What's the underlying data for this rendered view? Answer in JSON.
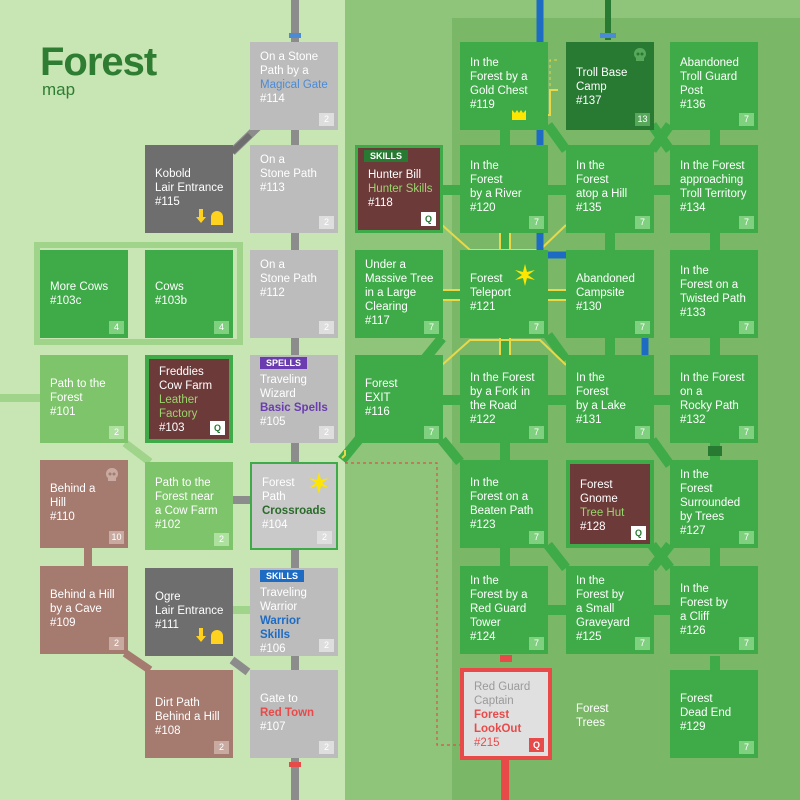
{
  "title": "Forest",
  "subtitle": "map",
  "free_label": "Forest\nTrees",
  "rooms": {
    "r114": {
      "name": "On a Stone\nPath by a",
      "special": "Magical Gate",
      "num": "#114",
      "lvl": "2"
    },
    "r115": {
      "name": "Kobold\nLair Entrance",
      "num": "#115"
    },
    "r113": {
      "name": "On a\nStone Path",
      "num": "#113",
      "lvl": "2"
    },
    "r103c": {
      "name": "More Cows",
      "num": "#103c",
      "lvl": "4"
    },
    "r103b": {
      "name": "Cows",
      "num": "#103b",
      "lvl": "4"
    },
    "r112": {
      "name": "On a\nStone Path",
      "num": "#112",
      "lvl": "2"
    },
    "r101": {
      "name": "Path to the\nForest",
      "num": "#101",
      "lvl": "2"
    },
    "r103": {
      "name": "Freddies\nCow Farm",
      "special": "Leather\nFactory",
      "num": "#103",
      "q": "Q"
    },
    "r105": {
      "tag": "SPELLS",
      "name": "Traveling\nWizard",
      "special": "Basic Spells",
      "num": "#105",
      "lvl": "2"
    },
    "r110": {
      "name": "Behind a\nHill",
      "num": "#110",
      "lvl": "10"
    },
    "r102": {
      "name": "Path to the\nForest near\na Cow Farm",
      "num": "#102",
      "lvl": "2"
    },
    "r104": {
      "name": "Forest\nPath",
      "special": "Crossroads",
      "num": "#104",
      "lvl": "2"
    },
    "r109": {
      "name": "Behind a Hill\nby a Cave",
      "num": "#109",
      "lvl": "2"
    },
    "r111": {
      "name": "Ogre\nLair Entrance",
      "num": "#111"
    },
    "r106": {
      "tag": "SKILLS",
      "name": "Traveling\nWarrior",
      "special": "Warrior Skills",
      "num": "#106",
      "lvl": "2"
    },
    "r108": {
      "name": "Dirt Path\nBehind a Hill",
      "num": "#108",
      "lvl": "2"
    },
    "r107": {
      "name": "Gate to",
      "special": "Red Town",
      "num": "#107",
      "lvl": "2"
    },
    "r119": {
      "name": "In the\nForest by a\nGold Chest",
      "num": "#119"
    },
    "r137": {
      "name": "Troll Base\nCamp",
      "num": "#137",
      "lvl": "13"
    },
    "r136": {
      "name": "Abandoned\nTroll Guard\nPost",
      "num": "#136",
      "lvl": "7"
    },
    "r118": {
      "tag": "SKILLS",
      "name": "Hunter Bill",
      "special": "Hunter\nSkills",
      "num": "#118",
      "q": "Q"
    },
    "r120": {
      "name": "In the\nForest\nby a River",
      "num": "#120",
      "lvl": "7"
    },
    "r135": {
      "name": "In the\nForest\natop a Hill",
      "num": "#135",
      "lvl": "7"
    },
    "r134": {
      "name": "In the Forest\napproaching\nTroll Territory",
      "num": "#134",
      "lvl": "7"
    },
    "r117": {
      "name": "Under a\nMassive Tree\nin a Large\nClearing",
      "num": "#117",
      "lvl": "7"
    },
    "r121": {
      "name": "Forest\nTeleport",
      "num": "#121",
      "lvl": "7"
    },
    "r130": {
      "name": "Abandoned\nCampsite",
      "num": "#130",
      "lvl": "7"
    },
    "r133": {
      "name": "In the\nForest on a\nTwisted Path",
      "num": "#133",
      "lvl": "7"
    },
    "r116": {
      "name": "Forest\nEXIT",
      "num": "#116",
      "lvl": "7"
    },
    "r122": {
      "name": "In the Forest\nby a Fork in\nthe Road",
      "num": "#122",
      "lvl": "7"
    },
    "r131": {
      "name": "In the\nForest\nby a Lake",
      "num": "#131",
      "lvl": "7"
    },
    "r132": {
      "name": "In the Forest\non a\nRocky Path",
      "num": "#132",
      "lvl": "7"
    },
    "r123": {
      "name": "In the\nForest on a\nBeaten Path",
      "num": "#123",
      "lvl": "7"
    },
    "r128": {
      "name": "Forest\nGnome",
      "special": "Tree Hut",
      "num": "#128",
      "q": "Q"
    },
    "r127": {
      "name": "In the\nForest\nSurrounded\nby Trees",
      "num": "#127",
      "lvl": "7"
    },
    "r124": {
      "name": "In the\nForest by a\nRed Guard\nTower",
      "num": "#124",
      "lvl": "7"
    },
    "r125": {
      "name": "In the\nForest by\na Small\nGraveyard",
      "num": "#125",
      "lvl": "7"
    },
    "r126": {
      "name": "In the\nForest by\na Cliff",
      "num": "#126",
      "lvl": "7"
    },
    "r215": {
      "name": "Red Guard\nCaptain",
      "special": "Forest\nLookOut",
      "num": "#215",
      "q": "Q"
    },
    "r129": {
      "name": "Forest\nDead End",
      "num": "#129",
      "lvl": "7"
    }
  },
  "colors": {
    "left_zone": "#c8e6b4",
    "right_zone": "#8ec57b",
    "room_green": "#3fab48",
    "room_gray": "#bcbcbc",
    "room_brown": "#a57b70",
    "river": "#1e6bc4",
    "red_path": "#e84a4a",
    "yellow_road": "#e8d84a"
  }
}
